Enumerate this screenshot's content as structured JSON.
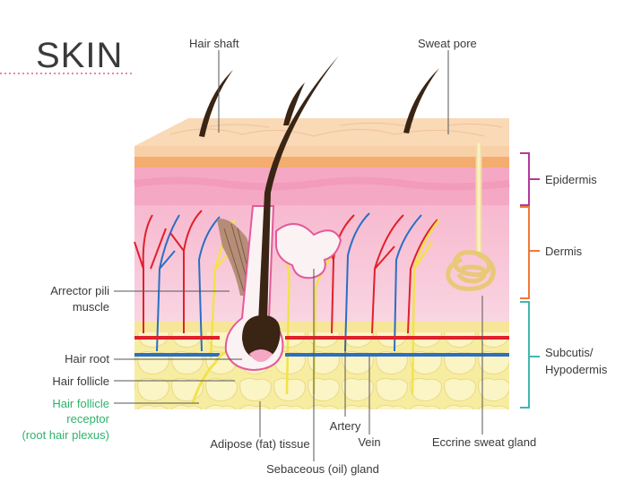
{
  "title": "SKIN",
  "labels": {
    "hair_shaft": "Hair shaft",
    "sweat_pore": "Sweat pore",
    "epidermis": "Epidermis",
    "dermis": "Dermis",
    "subcutis_line1": "Subcutis/",
    "subcutis_line2": "Hypodermis",
    "arrector_line1": "Arrector pili",
    "arrector_line2": "muscle",
    "hair_root": "Hair root",
    "hair_follicle": "Hair follicle",
    "receptor_line1": "Hair follicle",
    "receptor_line2": "receptor",
    "receptor_line3": "(root hair plexus)",
    "artery": "Artery",
    "vein": "Vein",
    "adipose": "Adipose (fat) tissue",
    "sebaceous": "Sebaceous (oil) gland",
    "eccrine": "Eccrine sweat gland"
  },
  "colors": {
    "epidermis_bracket": "#b23a9e",
    "dermis_bracket": "#f07a3a",
    "subcutis_bracket": "#3fb8b0",
    "artery": "#e0202a",
    "vein": "#2a6fc4",
    "nerve": "#f2e24a",
    "hair": "#3a2414",
    "receptor_text": "#2db36b"
  }
}
